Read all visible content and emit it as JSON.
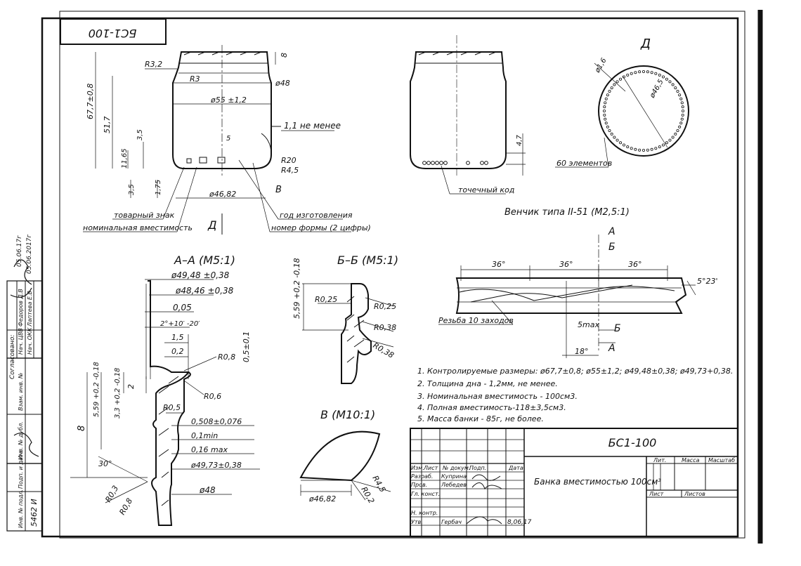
{
  "stamp_code": "БС1-100",
  "front_view": {
    "dims": {
      "r32": "R3,2",
      "r3": "R3",
      "h8": "8",
      "d48": "ø48",
      "h677": "67,7±0,8",
      "d55": "ø55 ±1,2",
      "h517": "51,7",
      "t11": "1,1 не менее",
      "h35": "3,5",
      "h1165": "11,65",
      "w5": "5",
      "r20": "R20",
      "r45": "R4,5",
      "v": "В",
      "h35b": "3,5",
      "h175": "1,75",
      "d4682": "ø46,82"
    },
    "callouts": {
      "trademark": "товарный знак",
      "nominal": "номинальная вместимость",
      "year": "год изготовления",
      "mold": "номер формы (2 цифры)"
    },
    "arrow_d": "Д"
  },
  "side_view": {
    "h47": "4,7",
    "dot_code": "точечный код"
  },
  "view_d": {
    "title": "Д",
    "d16": "ø1,6",
    "d465": "ø46,5",
    "elements": "60 элементов"
  },
  "finish": {
    "title": "Венчик типа II-51 (М2,5:1)",
    "a1": "А",
    "b1": "Б",
    "a2": "А",
    "b2": "Б",
    "ang1": "36°",
    "ang2": "36°",
    "ang3": "36°",
    "ang523": "5°23'",
    "thread": "Резьба 10 заходов",
    "max5": "5max",
    "deg18": "18°"
  },
  "section_aa": {
    "title": "А–А (М5:1)",
    "d4948": "ø49,48 ±0,38",
    "d4846": "ø48,46 ±0,38",
    "v005": "0,05",
    "ang2": "2°+10′ -20′",
    "v15": "1,5",
    "v02": "0,2",
    "r08": "R0,8",
    "v05": "0,5±0,1",
    "v2": "2",
    "r06": "R0,6",
    "v559": "5,59 +0,2 -0,18",
    "v33": "3,3 +0,2 -0,18",
    "r05": "R0,5",
    "v0508": "0,508±0,076",
    "v01": "0,1min",
    "v016": "0,16 max",
    "d4973": "ø49,73±0,38",
    "v8": "8",
    "ang30": "30°",
    "r03": "R0,3",
    "r08b": "R0,8",
    "d48": "ø48"
  },
  "section_bb": {
    "title": "Б–Б (М5:1)",
    "v559": "5,59 +0,2 -0,18",
    "r025a": "R0,25",
    "r025b": "R0,25",
    "r038a": "R0,38",
    "r038b": "R0,38"
  },
  "detail_v": {
    "title": "В (М10:1)",
    "r45": "R4,5",
    "r02": "R0,2",
    "d4682": "ø46,82"
  },
  "notes": [
    "1. Контролируемые размеры: ø67,7±0,8; ø55±1,2; ø49,48±0,38; ø49,73+0,38.",
    "2. Толщина дна - 1,2мм, не менее.",
    "3. Номинальная вместимость - 100см3.",
    "4. Полная вместимость-118±3,5см3.",
    "5. Масса банки - 85г, не более."
  ],
  "title_block": {
    "code": "БС1-100",
    "name": "Банка вместимостью 100см³",
    "h_izm": "Изм.",
    "h_list": "Лист",
    "h_doc": "№ докум.",
    "h_sign": "Подп.",
    "h_date": "Дата",
    "razrab_label": "Разраб.",
    "razrab_name": "Куприна",
    "prov_label": "Пров.",
    "prov_name": "Лебедев",
    "gk_label": "Гл. конст.",
    "nk_label": "Н. контр.",
    "utv_label": "Утв.",
    "utv_name": "Гербач",
    "lit": "Лит.",
    "mass": "Масса",
    "scale": "Масштаб",
    "sheet": "Лист",
    "sheets": "Листов",
    "date_utv": "8,06,17"
  },
  "left_strip": {
    "agreed": "Согласовано:",
    "nach_tsvb": "Нач. ЦВВ",
    "nach_okk": "Нач. ОКК",
    "fedorov": "Федоров Д.В",
    "lapteva": "Лаптева Е.В",
    "date1": "05.06.17г",
    "date2": "05.06.2017г",
    "inv_dubl": "Взам. инв. №",
    "inv_no": "Инв. № дубл.",
    "podp_data": "Подп. и дата",
    "inv_podl": "Инв. № подл.",
    "inv_podl_val": "5462 И"
  }
}
